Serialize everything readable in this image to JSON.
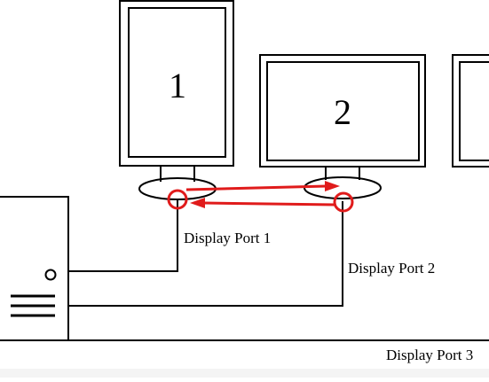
{
  "diagram": {
    "monitors": [
      {
        "id": "monitor-1",
        "label": "1"
      },
      {
        "id": "monitor-2",
        "label": "2"
      },
      {
        "id": "monitor-3",
        "label": ""
      }
    ],
    "ports": [
      {
        "label": "Display Port 1"
      },
      {
        "label": "Display Port 2"
      },
      {
        "label": "Display Port 3"
      }
    ],
    "colors": {
      "line": "#000000",
      "highlight": "#e01b1b",
      "background": "#ffffff"
    }
  }
}
